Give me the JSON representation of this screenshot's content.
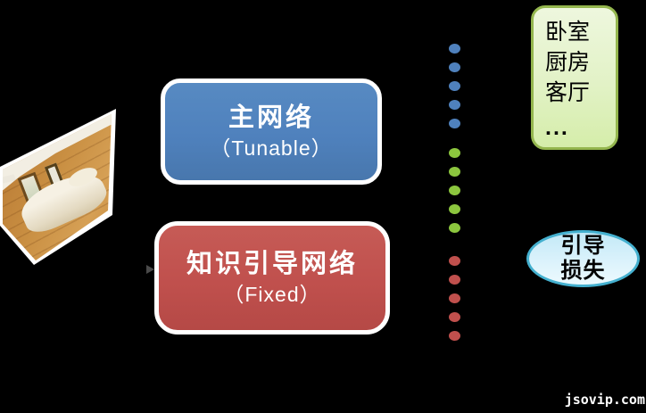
{
  "main_network_box": {
    "title": "主网络",
    "subtitle": "（Tunable）",
    "fill": "#4f81bd",
    "border": "#ffffff"
  },
  "knowledge_network_box": {
    "title": "知识引导网络",
    "subtitle": "（Fixed）",
    "fill": "#c0504d",
    "border": "#ffffff"
  },
  "category_box": {
    "items": [
      "卧室",
      "厨房",
      "客厅",
      "..."
    ],
    "fill_top": "#eef7de",
    "fill_bottom": "#d5edaa",
    "border": "#94b64e"
  },
  "loss_ellipse": {
    "line1": "引导",
    "line2": "损失",
    "fill_top": "#c3e9f7",
    "fill_bottom": "#edfafe",
    "border": "#44b0cf"
  },
  "dot_columns": [
    {
      "name": "main-network-output-dots",
      "color": "#4f81bd",
      "count": 5
    },
    {
      "name": "category-dots",
      "color": "#8cc63e",
      "count": 5
    },
    {
      "name": "knowledge-network-output-dots",
      "color": "#c0504d",
      "count": 5
    }
  ],
  "watermark": "jsovip.com"
}
